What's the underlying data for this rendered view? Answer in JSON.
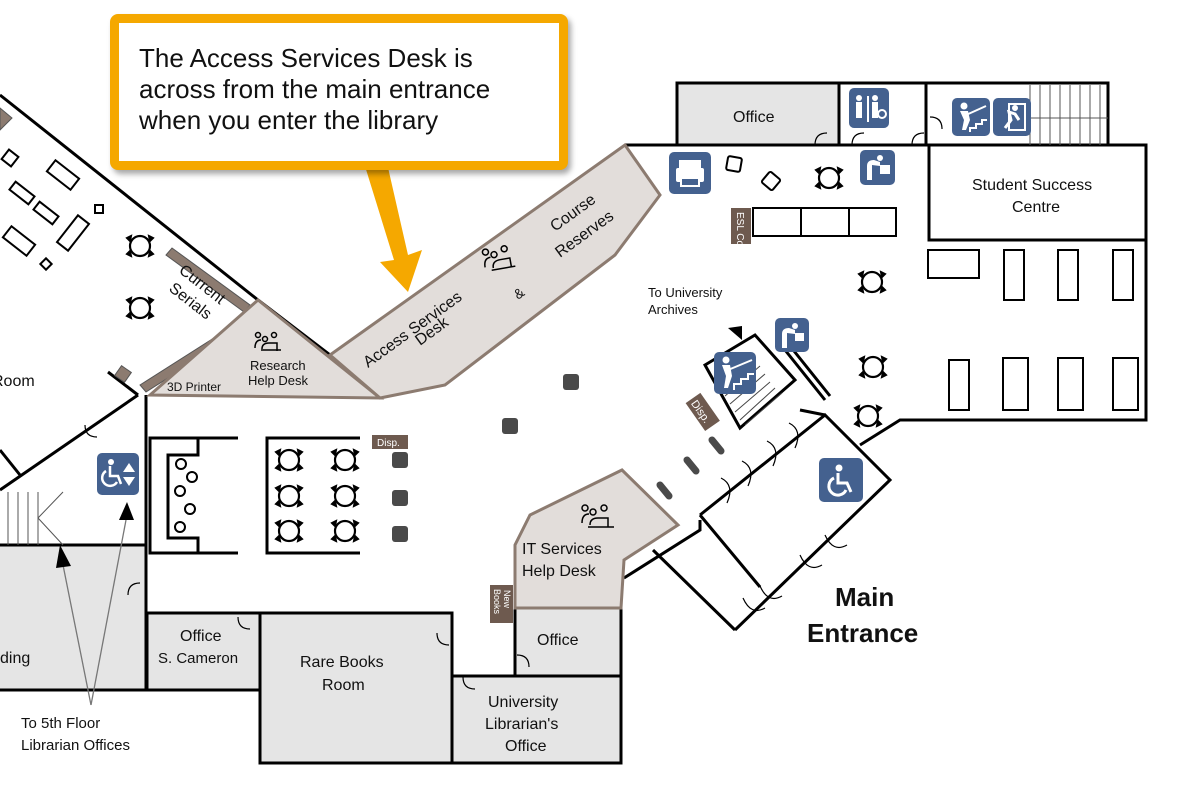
{
  "callout": {
    "lines": [
      "The Access Services Desk is",
      "across from the main entrance",
      "when you enter the library"
    ],
    "color": "#F5A800"
  },
  "rooms": {
    "office_top": "Office",
    "student_success": [
      "Student Success",
      "Centre"
    ],
    "current_serials": [
      "Current",
      "Serials"
    ],
    "research_help": [
      "Research",
      "Help Desk"
    ],
    "printer_3d": "3D Printer",
    "access_services": [
      "Access Services",
      "Desk"
    ],
    "ampersand": "&",
    "course_reserves": [
      "Course",
      "Reserves"
    ],
    "to_archives": [
      "To University",
      "Archives"
    ],
    "room_partial": "Room",
    "reading_partial": "ding",
    "office_cameron": [
      "Office",
      "S. Cameron"
    ],
    "rare_books": [
      "Rare Books",
      "Room"
    ],
    "it_services": [
      "IT Services",
      "Help Desk"
    ],
    "office_it": "Office",
    "univ_librarian": [
      "University",
      "Librarian's",
      "Office"
    ],
    "main_entrance": [
      "Main",
      "Entrance"
    ],
    "to_5th_floor": [
      "To 5th Floor",
      "Librarian Offices"
    ]
  },
  "tags": {
    "esl": "ESL Col.",
    "disp": "Disp.",
    "new_books": [
      "New",
      "Books"
    ]
  },
  "icons": {
    "printer": "printer-icon",
    "restroom": "restroom-icon",
    "stairs": "stairs-icon",
    "exit": "emergency-exit-icon",
    "fountain": "water-fountain-icon",
    "accessible": "wheelchair-icon",
    "elevator": "accessible-elevator-icon"
  },
  "colors": {
    "icon_blue": "#44618F",
    "desk_fill": "#E2DDDA",
    "desk_stroke": "#8C7B70",
    "room_gray": "#E5E5E5",
    "shelf_brown": "#8C7B70",
    "tag_brown": "#6E5A4F"
  }
}
